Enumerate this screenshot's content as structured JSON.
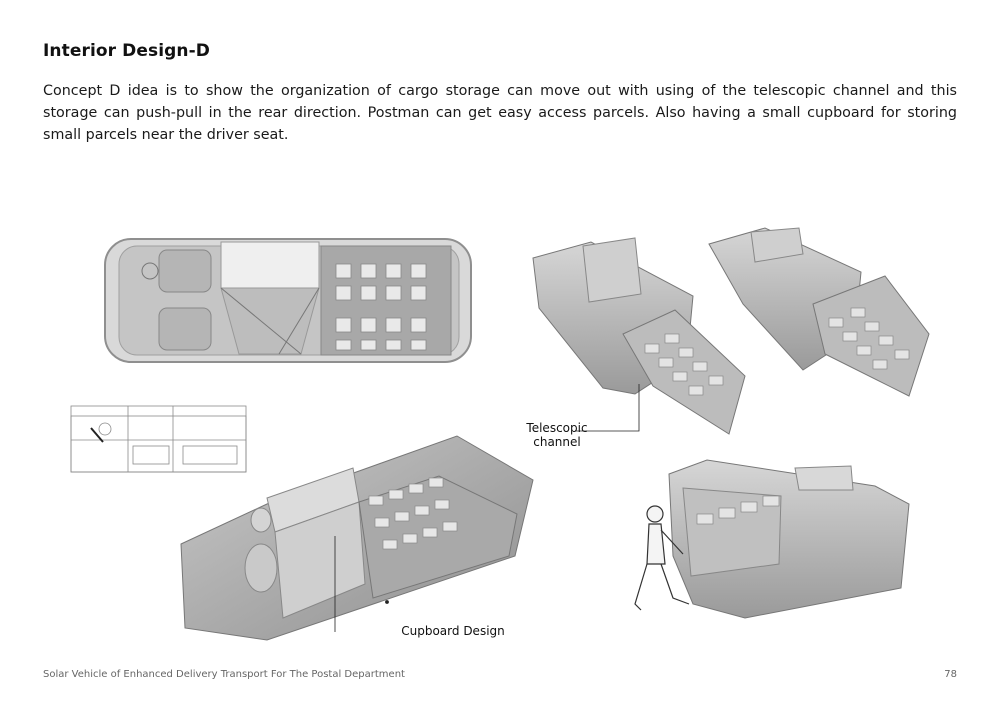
{
  "heading": "Interior Design-D",
  "paragraph": "Concept D idea is to show the organization of cargo storage can move out with using of the telescopic channel and this storage can push-pull in the rear direction. Postman can get easy access parcels. Also having a small cupboard for storing small parcels near the driver seat.",
  "callouts": {
    "telescopic_line1": "Telescopic",
    "telescopic_line2": "channel",
    "cupboard": "Cupboard Design"
  },
  "footer": {
    "text": "Solar Vehicle of Enhanced Delivery Transport For The Postal Department",
    "page_number": "78"
  }
}
